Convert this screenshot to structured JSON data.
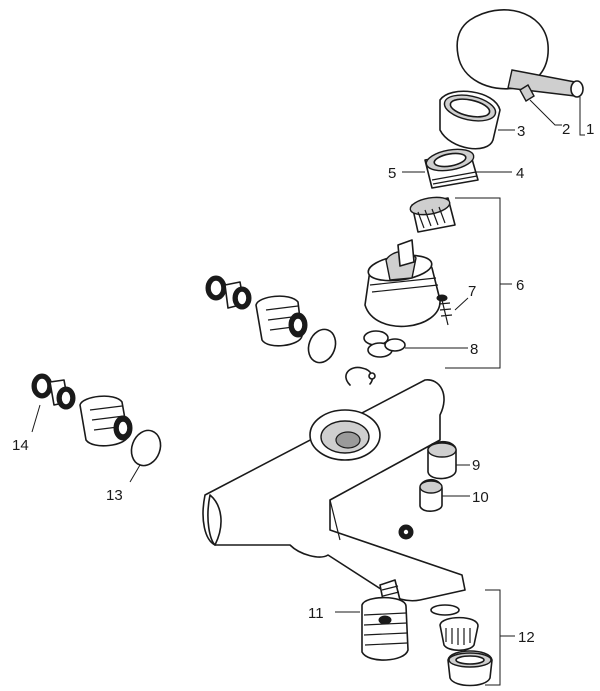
{
  "diagram": {
    "labels": {
      "p1": "1",
      "p2": "2",
      "p3": "3",
      "p4": "4",
      "p5": "5",
      "p6": "6",
      "p7": "7",
      "p8": "8",
      "p9": "9",
      "p10": "10",
      "p11": "11",
      "p12": "12",
      "p13": "13",
      "p14": "14"
    },
    "colors": {
      "line": "#1a1a1a",
      "shade": "#cfcfcf",
      "background": "#ffffff"
    }
  }
}
